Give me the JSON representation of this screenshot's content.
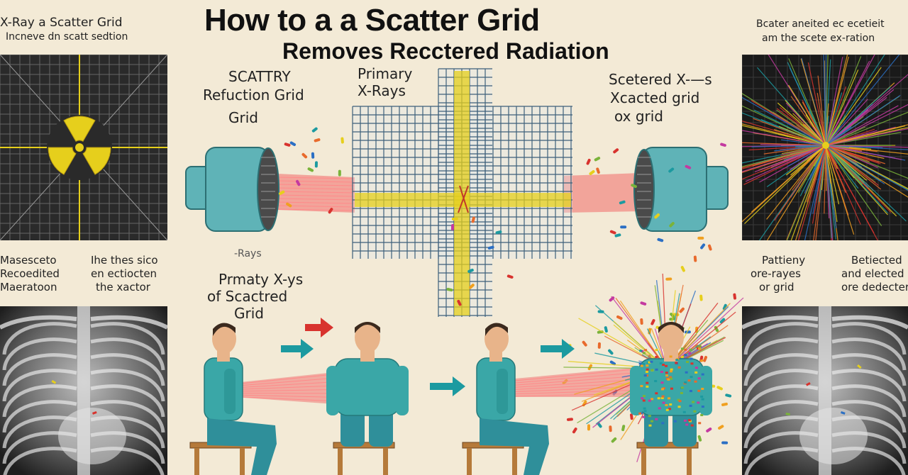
{
  "title": {
    "line1": "How to a  a Scatter  Grid",
    "line2": "Removes Recctered Radiation"
  },
  "left_panel": {
    "caption_top": "X-Ray a Scatter Grid",
    "caption_sub": "Incneve dn scatt sedtion",
    "caption_bl_1": "Masesceto",
    "caption_bl_2": "Recoedited",
    "caption_bl_3": "Maeratoon",
    "caption_br_1": "Ihe thes sico",
    "caption_br_2": "en ectiocten",
    "caption_br_3": "the xactor"
  },
  "center_labels": {
    "scattry_1": "SCATTRY",
    "scattry_2": "Refuction Grid",
    "scattry_3": "Grid",
    "primary_1": "Primary",
    "primary_2": "X-Rays",
    "scattered_1": "Scetered X-—s",
    "scattered_2": "Xcacted grid",
    "scattered_3": "ox grid",
    "rays": "-Rays",
    "prim_scat_1": "Prmaty X-ys",
    "prim_scat_2": "of Scactred",
    "prim_scat_3": "Grid"
  },
  "right_panel": {
    "caption_top_1": "Bcater aneited ec ecetieit",
    "caption_top_2": "am the scete ex-ration",
    "caption_bl_1": "Pattieny",
    "caption_bl_2": "ore-rayes",
    "caption_bl_3": "or grid",
    "caption_br_1": "Betiected",
    "caption_br_2": "and elected",
    "caption_br_3": "ore dedecter"
  },
  "colors": {
    "background": "#f3ead6",
    "tube": "#5fb3b7",
    "beam": "#f06a6a",
    "grid_line": "#3d5f7a",
    "grid_highlight": "#e6cf1c",
    "shirt": "#3aa7a7",
    "pants": "#2f8f9a",
    "stool": "#b57a3a",
    "arrow": "#1c9aa0",
    "red_arrow": "#d8332e"
  },
  "icons": {
    "radiation": "radiation-icon",
    "x_ray_tube_left": "x-ray-tube-icon",
    "x_ray_tube_right": "detector-icon"
  }
}
